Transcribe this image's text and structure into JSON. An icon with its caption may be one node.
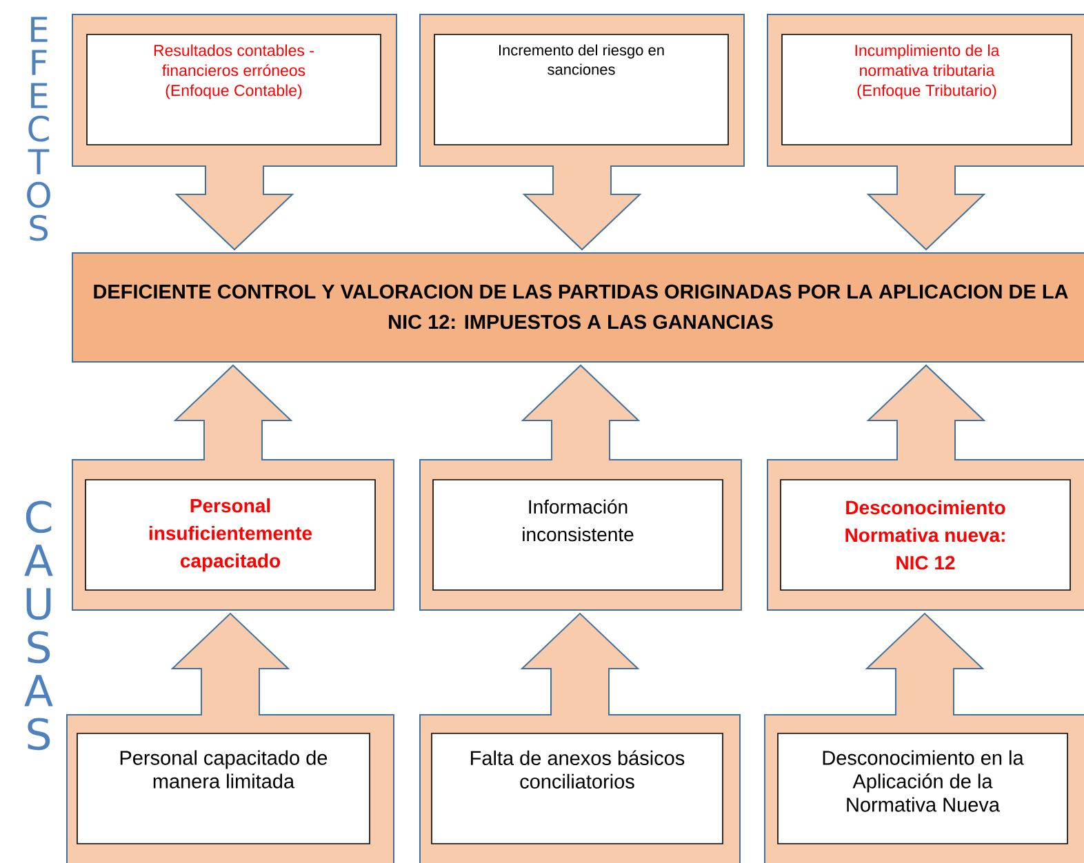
{
  "diagram": {
    "nodes": [
      {
        "text": [
          "Resultados  contables - financieros erróneos (Enfoque Contable)"
        ]
      },
      {
        "text": [
          "Incremento del riesgo en sanciones"
        ]
      },
      {
        "text": [
          "Incumplimiento de la normativa tributaria (Enfoque Tributario)"
        ]
      },
      {
        "text": [
          "DEFICIENTE CONTROL Y VALORACION DE LAS PARTIDAS ORIGINADAS POR LA APLICACION DE LA NIC 12: IMPUESTOS  A LAS GANANCIAS"
        ]
      },
      {
        "text": [
          "Personal insuficientemente capacitado"
        ]
      },
      {
        "text": [
          "Información inconsistente"
        ]
      },
      {
        "text": [
          "Desconocimiento Normativa nueva: NIC 12"
        ]
      },
      {
        "text": [
          "Personal capacitado de manera limitada"
        ]
      },
      {
        "text": [
          "Falta de anexos básicos conciliatorios"
        ]
      },
      {
        "text": [
          "Desconocimiento en la Aplicación de la Normativa Nueva"
        ]
      }
    ],
    "edges": [
      {
        "from": 0,
        "to": 3,
        "arrow": "to"
      },
      {
        "from": 1,
        "to": 3,
        "arrow": "to"
      },
      {
        "from": 2,
        "to": 3,
        "arrow": "to"
      },
      {
        "from": 4,
        "to": 3,
        "arrow": "to"
      },
      {
        "from": 5,
        "to": 3,
        "arrow": "to"
      },
      {
        "from": 6,
        "to": 3,
        "arrow": "to"
      },
      {
        "from": 7,
        "to": 4,
        "arrow": "to"
      },
      {
        "from": 8,
        "to": 5,
        "arrow": "to"
      },
      {
        "from": 9,
        "to": 6,
        "arrow": "to"
      }
    ],
    "labels": [
      "EFECTOS",
      "CAUSAS"
    ]
  }
}
